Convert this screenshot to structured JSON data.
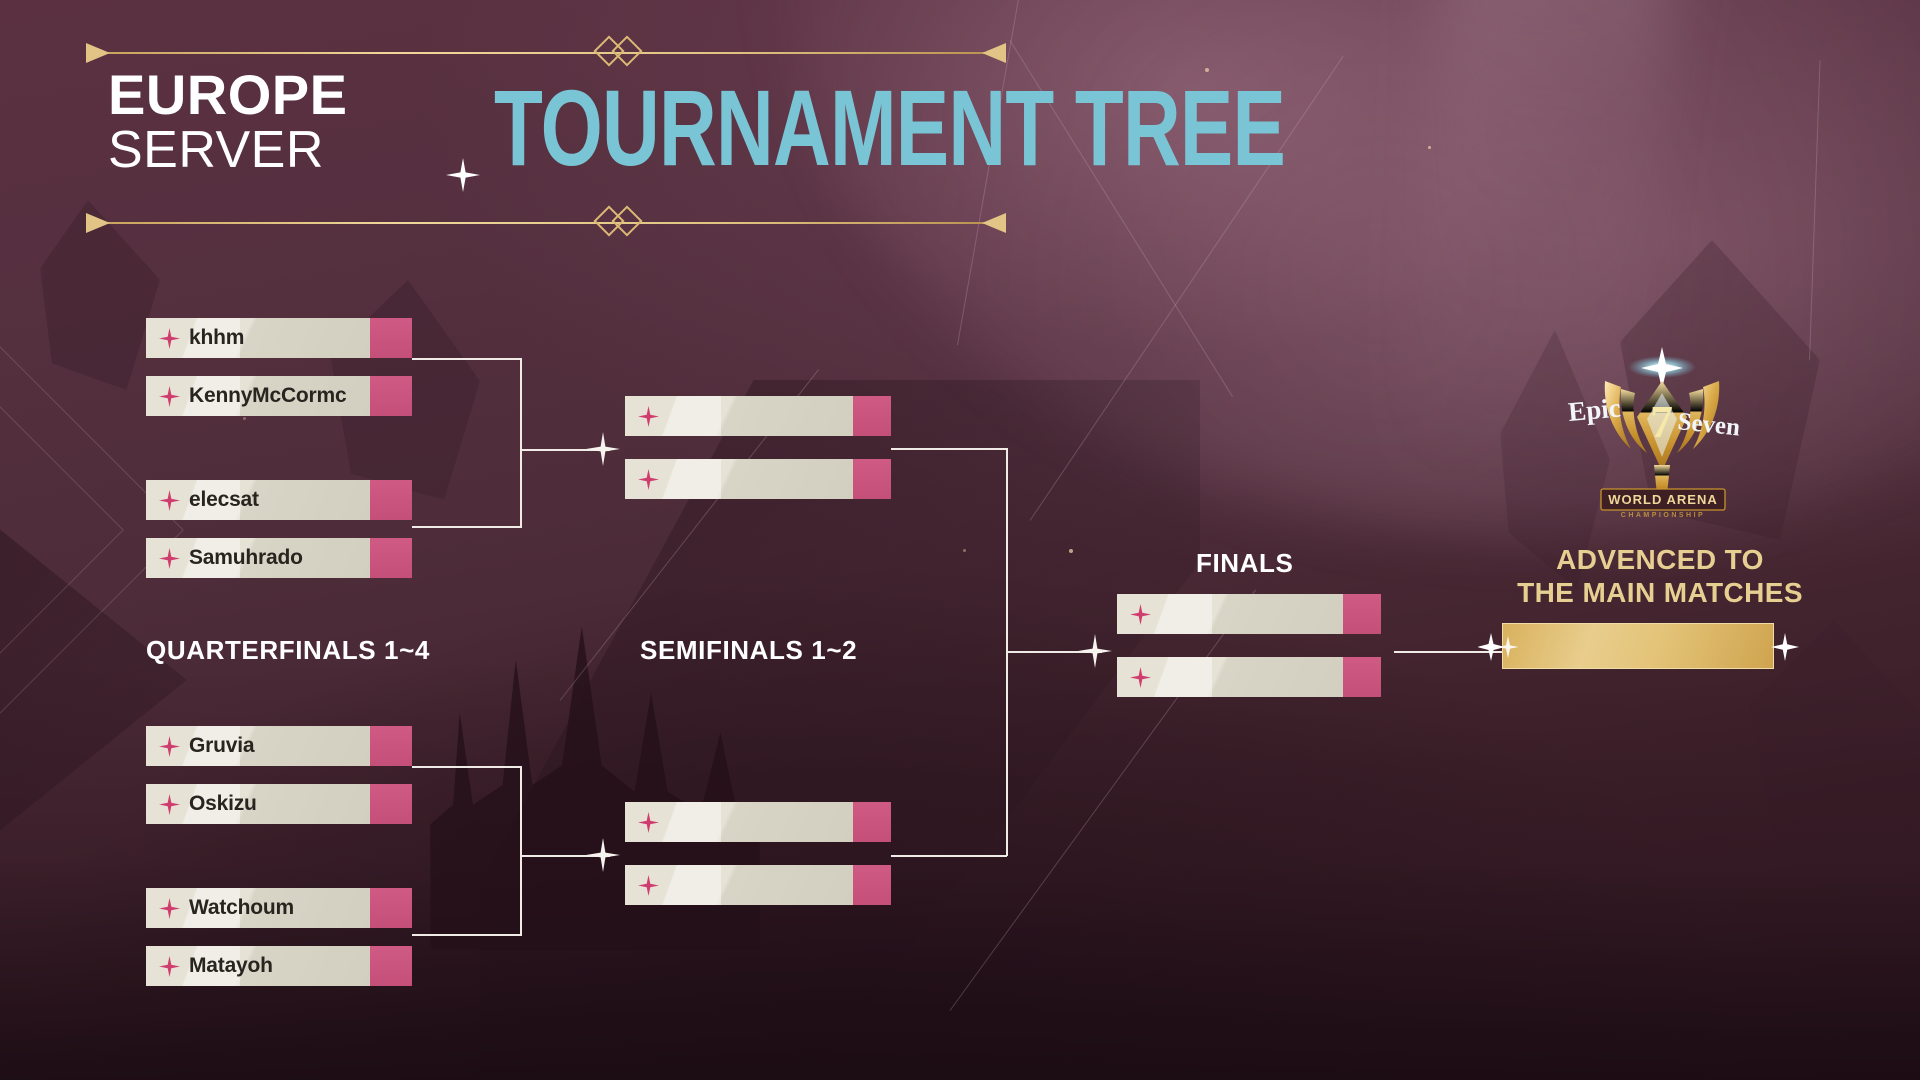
{
  "header": {
    "region": "EUROPE",
    "server": "SERVER",
    "title": "TOURNAMENT TREE",
    "accent_color": "#79c5d6",
    "gold_color": "#e2c487",
    "star_icon": "four-point-star"
  },
  "rounds": {
    "quarterfinals_label": "QUARTERFINALS 1~4",
    "semifinals_label": "SEMIFINALS 1~2",
    "finals_label": "FINALS"
  },
  "bracket": {
    "quarterfinals": [
      {
        "match": 1,
        "players": [
          {
            "name": "khhm"
          },
          {
            "name": "KennyMcCormc"
          }
        ]
      },
      {
        "match": 2,
        "players": [
          {
            "name": "elecsat"
          },
          {
            "name": "Samuhrado"
          }
        ]
      },
      {
        "match": 3,
        "players": [
          {
            "name": "Gruvia"
          },
          {
            "name": "Oskizu"
          }
        ]
      },
      {
        "match": 4,
        "players": [
          {
            "name": "Watchoum"
          },
          {
            "name": "Matayoh"
          }
        ]
      }
    ],
    "semifinals": [
      {
        "match": 1,
        "players": [
          {
            "name": ""
          },
          {
            "name": ""
          }
        ]
      },
      {
        "match": 2,
        "players": [
          {
            "name": ""
          },
          {
            "name": ""
          }
        ]
      }
    ],
    "finals": [
      {
        "match": 1,
        "players": [
          {
            "name": ""
          },
          {
            "name": ""
          }
        ]
      }
    ],
    "slot_fill_color": "#e6e2d6",
    "slot_cap_color": "#c8527c",
    "slot_text_color": "#2a2420",
    "connector_color": "#f0ebe6"
  },
  "winner": {
    "logo_name": "epic-seven-world-arena-championship-logo",
    "logo_title_left": "Epic",
    "logo_numeral": "7",
    "logo_title_right": "Seven",
    "logo_banner": "WORLD ARENA",
    "logo_banner_sub": "CHAMPIONSHIP",
    "advance_line1": "ADVENCED TO",
    "advance_line2": "THE MAIN MATCHES",
    "advance_color": "#e7cf91",
    "winner_name": "",
    "box_color": "#e3c377"
  }
}
